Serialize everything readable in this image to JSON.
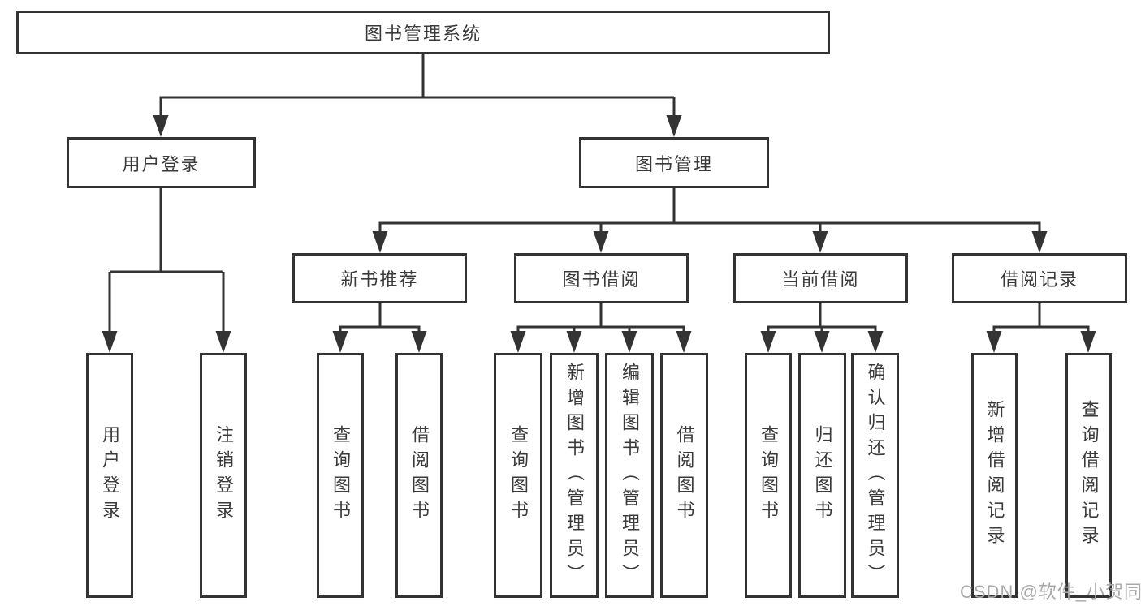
{
  "diagram_title": "图书管理系统",
  "tree": {
    "root": "图书管理系统",
    "children": [
      {
        "label": "用户登录",
        "children": [
          "用户登录",
          "注销登录"
        ]
      },
      {
        "label": "图书管理",
        "children": [
          {
            "label": "新书推荐",
            "children": [
              "查询图书",
              "借阅图书"
            ]
          },
          {
            "label": "图书借阅",
            "children": [
              "查询图书",
              "新增图书（管理员）",
              "编辑图书（管理员）",
              "借阅图书"
            ]
          },
          {
            "label": "当前借阅",
            "children": [
              "查询图书",
              "归还图书",
              "确认归还（管理员）"
            ]
          },
          {
            "label": "借阅记录",
            "children": [
              "新增借阅记录",
              "查询借阅记录"
            ]
          }
        ]
      }
    ]
  },
  "watermark": {
    "text": "CSDN @软件_小贺同学"
  },
  "colors": {
    "line": "#333333",
    "box_border": "#333333",
    "box_text": "#3a3a3a",
    "watermark": "#a9a9a9",
    "background": "#ffffff"
  }
}
